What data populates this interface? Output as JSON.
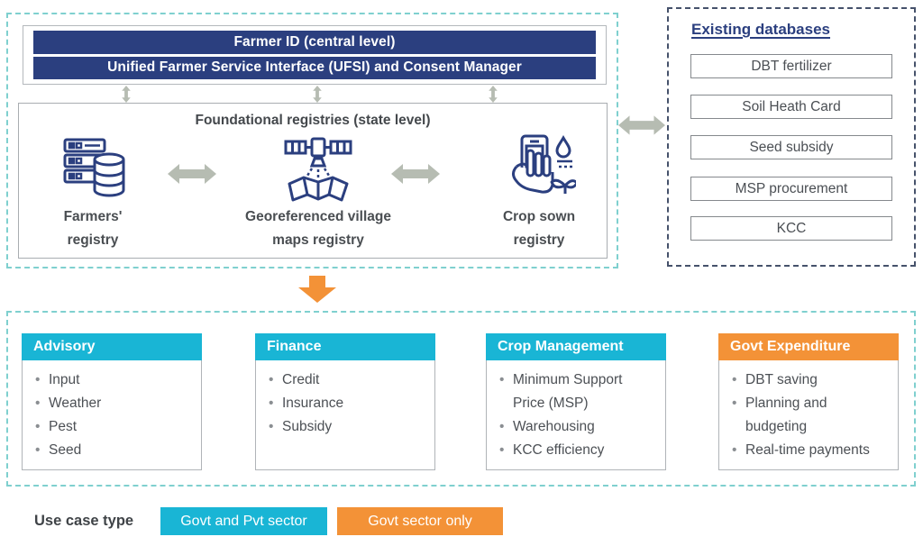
{
  "header": {
    "farmer_id_banner": "Farmer ID (central level)",
    "ufsi_banner": "Unified Farmer Service Interface (UFSI) and Consent Manager"
  },
  "foundational": {
    "title": "Foundational registries (state level)",
    "registries": [
      {
        "line1": "Farmers'",
        "line2": "registry",
        "icon": "server-database-icon"
      },
      {
        "line1": "Georeferenced village",
        "line2": "maps registry",
        "icon": "satellite-map-icon"
      },
      {
        "line1": "Crop sown",
        "line2": "registry",
        "icon": "hand-phone-crop-icon"
      }
    ]
  },
  "existing_databases": {
    "title": "Existing databases",
    "items": [
      "DBT fertilizer",
      "Soil Heath Card",
      "Seed  subsidy",
      "MSP procurement",
      "KCC"
    ]
  },
  "use_case_cards": [
    {
      "title": "Advisory",
      "items": [
        "Input",
        "Weather",
        "Pest",
        "Seed"
      ]
    },
    {
      "title": "Finance",
      "items": [
        "Credit",
        "Insurance",
        "Subsidy"
      ]
    },
    {
      "title": "Crop Management",
      "items": [
        "Minimum Support Price (MSP)",
        "Warehousing",
        "KCC efficiency"
      ]
    },
    {
      "title": "Govt Expenditure",
      "items": [
        "DBT saving",
        "Planning and budgeting",
        "Real-time payments"
      ]
    }
  ],
  "legend": {
    "label": "Use case type",
    "items": [
      {
        "label": "Govt and Pvt sector",
        "color": "#19b5d5"
      },
      {
        "label": "Govt sector only",
        "color": "#f39237"
      }
    ]
  },
  "colors": {
    "navy": "#2b3f7f",
    "cyan": "#19b5d5",
    "orange": "#f39237",
    "teal_dash": "#7fd0cf",
    "dark_dash": "#46526b",
    "connector_gray": "#b6bcb2",
    "text_gray": "#4c5055"
  }
}
